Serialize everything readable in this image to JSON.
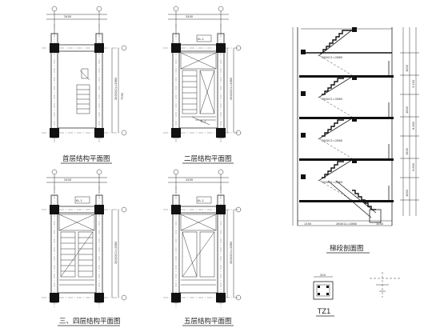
{
  "captions": {
    "plan1": "首层结构平面图",
    "plan2": "二层结构平面图",
    "plan3": "三、四层结构平面图",
    "plan4": "五层结构平面图",
    "section": "梯段剖面图",
    "column_detail": "TZ1"
  },
  "colors": {
    "line": "#222222",
    "fill": "#111111",
    "paper": "#ffffff"
  }
}
